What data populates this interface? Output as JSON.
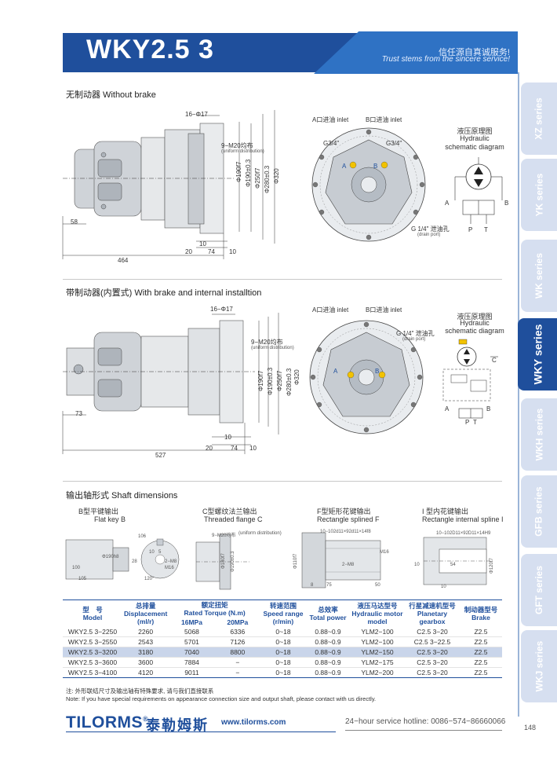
{
  "header": {
    "title": "WKY2.5  3",
    "slogan_cn": "信任源自真诚服务!",
    "slogan_en": "Trust stems from the sincere service!"
  },
  "side_tabs": [
    {
      "label": "XZ series",
      "active": false
    },
    {
      "label": "YK series",
      "active": false
    },
    {
      "label": "WK series",
      "active": false
    },
    {
      "label": "WKY series",
      "active": true
    },
    {
      "label": "WKH series",
      "active": false
    },
    {
      "label": "GFB series",
      "active": false
    },
    {
      "label": "GFT series",
      "active": false
    },
    {
      "label": "WKJ series",
      "active": false
    }
  ],
  "sections": {
    "without_brake": "无制动器 Without brake",
    "with_brake": "带制动器(内置式) With brake and internal installtion",
    "shaft": "输出轴形式 Shaft dimensions"
  },
  "drawing1": {
    "bolt": "16−Φ17",
    "thread": "9−M20均布",
    "thread_en": "(uniform distribution)",
    "d1": "Φ190f7",
    "d2": "Φ190±0.3",
    "d3": "Φ250f7",
    "d4": "Φ280±0.3",
    "d5": "Φ320",
    "left": "58",
    "w20": "20",
    "w74": "74",
    "w10a": "10",
    "w10b": "10",
    "total": "464"
  },
  "drawing2": {
    "bolt": "16−Φ17",
    "thread": "9−M20均布",
    "thread_en": "(uniform distribution)",
    "d1": "Φ190f7",
    "d2": "Φ190±0.3",
    "d3": "Φ250f7",
    "d4": "Φ280±0.3",
    "d5": "Φ320",
    "left": "73",
    "w20": "20",
    "w74": "74",
    "w10a": "10",
    "w10b": "10",
    "total": "527"
  },
  "front1": {
    "a_inlet": "A口进油 inlet",
    "b_inlet": "B口进油 inlet",
    "g1": "G3/4\"",
    "g2": "G3/4\"",
    "a": "A",
    "b": "B",
    "drain": "G 1/4\" 泄油孔",
    "drain_en": "(drain port)"
  },
  "front2": {
    "a_inlet": "A口进油 inlet",
    "b_inlet": "B口进油 inlet",
    "a": "A",
    "b": "B",
    "drain": "G 1/4\" 泄油孔",
    "drain_en": "(drain port)"
  },
  "schematic1": {
    "cn": "液压原理图",
    "en1": "Hydraulic",
    "en2": "schematic diagram",
    "a": "A",
    "b": "B",
    "p": "P",
    "t": "T"
  },
  "schematic2": {
    "cn": "液压原理图",
    "en1": "Hydraulic",
    "en2": "schematic diagram",
    "a": "A",
    "b": "B",
    "c": "C",
    "p": "P",
    "t": "T"
  },
  "shafts": [
    {
      "cn": "B型平键输出",
      "en": "Flat key B",
      "dims": [
        "106",
        "100",
        "105",
        "10",
        "5",
        "Φ190h8",
        "2−M8",
        "M16",
        "28"
      ],
      "angle": "120°"
    },
    {
      "cn": "C型螺纹法兰输出",
      "en": "Threaded flange C",
      "dims": [
        "9−M20均布",
        "(uniform distribution)",
        "Φ180f7",
        "Φ190±0.3"
      ]
    },
    {
      "cn": "F型矩形花键输出",
      "en": "Rectangle splined F",
      "dims": [
        "10−102d11×92d11×14f8",
        "M16",
        "2−M8",
        "Φ110f7",
        "75",
        "50",
        "8"
      ]
    },
    {
      "cn": "I 型内花键输出",
      "en": "Rectangle internal spline I",
      "dims": [
        "10−102D11×92D11×14H9",
        "10",
        "54",
        "Φ120f7",
        "10"
      ]
    }
  ],
  "table": {
    "headers": [
      {
        "cn": "型　号",
        "en": "Model"
      },
      {
        "cn": "总排量",
        "en": "Displacement (ml/r)"
      },
      {
        "cn": "额定扭矩",
        "en": "Rated Torque (N.m)"
      },
      {
        "cn": "转速范围",
        "en": "Speed range (r/min)"
      },
      {
        "cn": "总效率",
        "en": "Total power"
      },
      {
        "cn": "液压马达型号",
        "en": "Hydraulic motor model"
      },
      {
        "cn": "行星减速机型号",
        "en": "Planetary gearbox"
      },
      {
        "cn": "制动器型号",
        "en": "Brake"
      }
    ],
    "torque_sub": [
      "16MPa",
      "20MPa"
    ],
    "rows": [
      [
        "WKY2.5 3−2250",
        "2260",
        "5068",
        "6336",
        "0~18",
        "0.88~0.9",
        "YLM2−100",
        "C2.5 3−20",
        "Z2.5"
      ],
      [
        "WKY2.5 3−2550",
        "2543",
        "5701",
        "7126",
        "0~18",
        "0.88~0.9",
        "YLM2−100",
        "C2.5 3−22.5",
        "Z2.5"
      ],
      [
        "WKY2.5 3−3200",
        "3180",
        "7040",
        "8800",
        "0~18",
        "0.88~0.9",
        "YLM2−150",
        "C2.5 3−20",
        "Z2.5"
      ],
      [
        "WKY2.5 3−3600",
        "3600",
        "7884",
        "−",
        "0~18",
        "0.88~0.9",
        "YLM2−175",
        "C2.5 3−20",
        "Z2.5"
      ],
      [
        "WKY2.5 3−4100",
        "4120",
        "9011",
        "−",
        "0~18",
        "0.88~0.9",
        "YLM2−200",
        "C2.5 3−20",
        "Z2.5"
      ]
    ]
  },
  "notes": {
    "cn": "注: 外形联结尺寸及输出轴有特殊要求, 请与我们直接联系",
    "en": "Note: If you have special requirements on appearance connection size and output shaft, please contact with us directly."
  },
  "footer": {
    "logo": "TILORMS",
    "reg": "®",
    "logo_cn": "泰勒姆斯",
    "url": "www.tilorms.com",
    "hotline": "24−hour service hotline: 0086−574−86660066",
    "page": "148"
  },
  "colors": {
    "brand": "#1f4f9c",
    "brand_light": "#2f72c4",
    "highlight_row": "#c9d5ea",
    "tab_inactive": "#d6dff0"
  }
}
